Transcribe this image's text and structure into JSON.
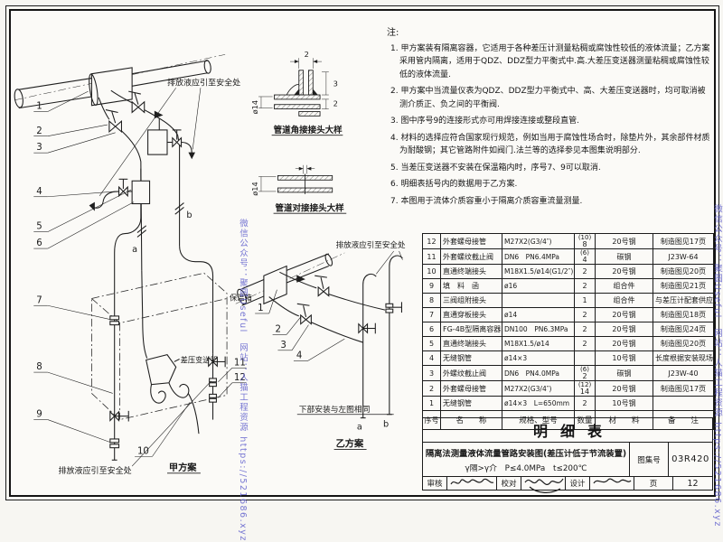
{
  "watermark": {
    "text": "微信公众号：聚圆Useful　网站：人猫工程资源 https://521686.xyz"
  },
  "notes": {
    "heading": "注:",
    "items": [
      "1. 甲方案装有隔离容器，它适用于各种差压计测量粘稠或腐蚀性较低的液体流量；乙方案采用管内隔离，适用于QDZ、DDZ型力平衡式中.高.大差压变送器测量粘稠或腐蚀性较低的液体流量.",
      "2. 甲方案中当流量仪表为QDZ、DDZ型力平衡式中、高、大差压变送器时，均可取消被测介质正、负之间的平衡阀.",
      "3. 图中序号9的连接形式亦可用焊接连接或整段直管.",
      "4. 材料的选择应符合国家现行规范，例如当用于腐蚀性场合时，除垫片外，其余部件材质为耐酸钢；其它管路附件如阀门.法兰等的选择参见本图集说明部分.",
      "5. 当差压变送器不安装在保温箱内时，序号7、9可以取消.",
      "6. 明细表括号内的数据用于乙方案.",
      "7. 本图用于流体介质容重小于隔离介质容重流量测量."
    ]
  },
  "diagram": {
    "scheme_a_label": "甲方案",
    "scheme_b_label": "乙方案",
    "drain_note": "排放液应引至安全处",
    "insulation_box": "保温箱",
    "transmitter": "差压变送器",
    "lower_install_note": "下部安装与左图相同",
    "pipe_a": "a",
    "pipe_b": "b",
    "callouts": [
      "1",
      "2",
      "3",
      "4",
      "5",
      "6",
      "7",
      "8",
      "9",
      "10",
      "11",
      "12"
    ],
    "details": {
      "angle_caption": "管道角接接头大样",
      "butt_caption": "管道对接接头大样",
      "dia_label": "ø14",
      "dim_top": "2",
      "dim_right1": "3",
      "dim_right2": "2"
    }
  },
  "table": {
    "headers": {
      "no": "序号",
      "name": "名　　称",
      "spec": "规格、型号",
      "qty": "数量",
      "material": "材　　料",
      "note": "备　　注"
    },
    "rows": [
      {
        "no": "12",
        "name": "外套螺母接管",
        "spec": "M27X2(G3/4″)",
        "qty_alt": "(10)",
        "qty": "8",
        "material": "20号钢",
        "note": "制造图见17页"
      },
      {
        "no": "11",
        "name": "外套螺纹截止阀",
        "spec": "DN6　PN6.4MPa",
        "qty_alt": "(6)",
        "qty": "4",
        "material": "碳钢",
        "note": "J23W-64"
      },
      {
        "no": "10",
        "name": "直通终端接头",
        "spec": "M18X1.5/ø14(G1/2″)",
        "qty_alt": "",
        "qty": "2",
        "material": "20号钢",
        "note": "制造图见20页"
      },
      {
        "no": "9",
        "name": "填　料　函",
        "spec": "ø16",
        "qty_alt": "",
        "qty": "2",
        "material": "组合件",
        "note": "制造图见21页"
      },
      {
        "no": "8",
        "name": "三阀组附接头",
        "spec": "",
        "qty_alt": "",
        "qty": "1",
        "material": "组合件",
        "note": "与差压计配套供应"
      },
      {
        "no": "7",
        "name": "直通穿板接头",
        "spec": "ø14",
        "qty_alt": "",
        "qty": "2",
        "material": "20号钢",
        "note": "制造图见18页"
      },
      {
        "no": "6",
        "name": "FG-4B型隔离容器",
        "spec": "DN100　PN6.3MPa",
        "qty_alt": "",
        "qty": "2",
        "material": "20号钢",
        "note": "制造图见24页"
      },
      {
        "no": "5",
        "name": "直通终端接头",
        "spec": "M18X1.5/ø14",
        "qty_alt": "",
        "qty": "2",
        "material": "20号钢",
        "note": "制造图见20页"
      },
      {
        "no": "4",
        "name": "无缝钢管",
        "spec": "ø14×3",
        "qty_alt": "",
        "qty": "",
        "material": "10号钢",
        "note": "长度根据安装现场定"
      },
      {
        "no": "3",
        "name": "外螺纹截止阀",
        "spec": "DN6　PN4.0MPa",
        "qty_alt": "(6)",
        "qty": "2",
        "material": "碳钢",
        "note": "J23W-40"
      },
      {
        "no": "2",
        "name": "外套螺母接管",
        "spec": "M27X2(G3/4″)",
        "qty_alt": "(12)",
        "qty": "14",
        "material": "20号钢",
        "note": "制造图见17页"
      },
      {
        "no": "1",
        "name": "无缝钢管",
        "spec": "ø14×3　L=650mm",
        "qty_alt": "",
        "qty": "2",
        "material": "10号钢",
        "note": ""
      }
    ]
  },
  "titleblock": {
    "list_title": "明细表",
    "drawing_title": "隔离法测量液体流量管路安装图(差压计低于节流装置)",
    "conditions": "γ隔>γ介　P≤4.0MPa　t≤200℃",
    "atlas_label": "图集号",
    "atlas_no": "03R420",
    "review_label": "审核",
    "proof_label": "校对",
    "design_label": "设计",
    "page_label": "页",
    "page_no": "12"
  }
}
